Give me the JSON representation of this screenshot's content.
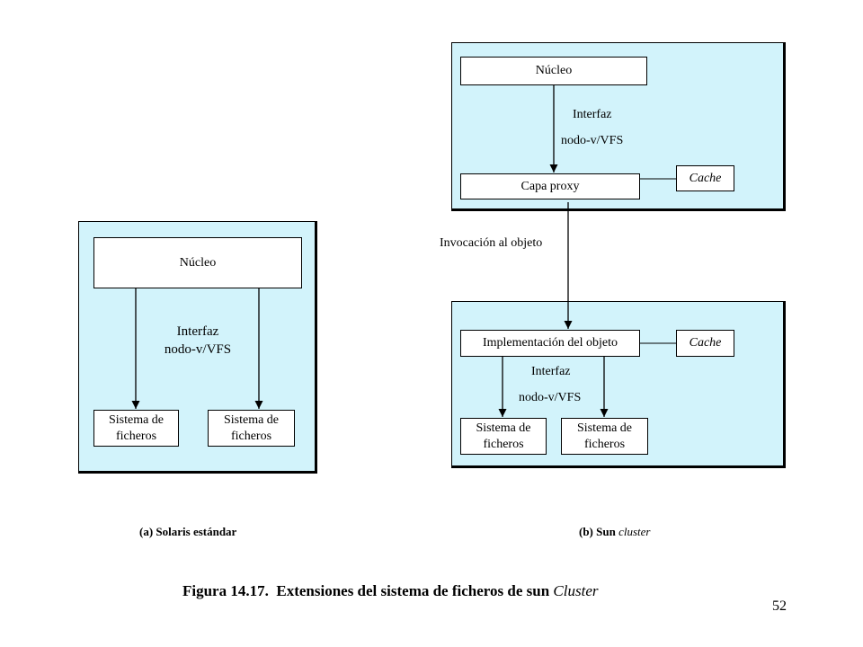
{
  "a": {
    "kernel": "Núcleo",
    "interface_line1": "Interfaz",
    "interface_line2": "nodo-v/VFS",
    "fs1_line1": "Sistema de",
    "fs1_line2": "ficheros",
    "fs2_line1": "Sistema de",
    "fs2_line2": "ficheros",
    "caption_prefix": "(a) Solaris estándar"
  },
  "b": {
    "kernel": "Núcleo",
    "interface_top_line1": "Interfaz",
    "interface_top_line2": "nodo-v/VFS",
    "proxy": "Capa proxy",
    "cache_top": "Cache",
    "invocation": "Invocación al objeto",
    "impl": "Implementación del objeto",
    "cache_bottom": "Cache",
    "interface_bottom_line1": "Interfaz",
    "interface_bottom_line2": "nodo-v/VFS",
    "fs1_line1": "Sistema de",
    "fs1_line2": "ficheros",
    "fs2_line1": "Sistema de",
    "fs2_line2": "ficheros",
    "caption_prefix": "(b) Sun ",
    "caption_italic": "cluster"
  },
  "figure": {
    "title_prefix": "Figura 14.17.  Extensiones del sistema de ficheros de sun ",
    "title_italic": "Cluster"
  },
  "page_number": "52",
  "colors": {
    "panel_fill": "#d2f3fb",
    "box_fill": "#ffffff",
    "stroke": "#000000"
  }
}
